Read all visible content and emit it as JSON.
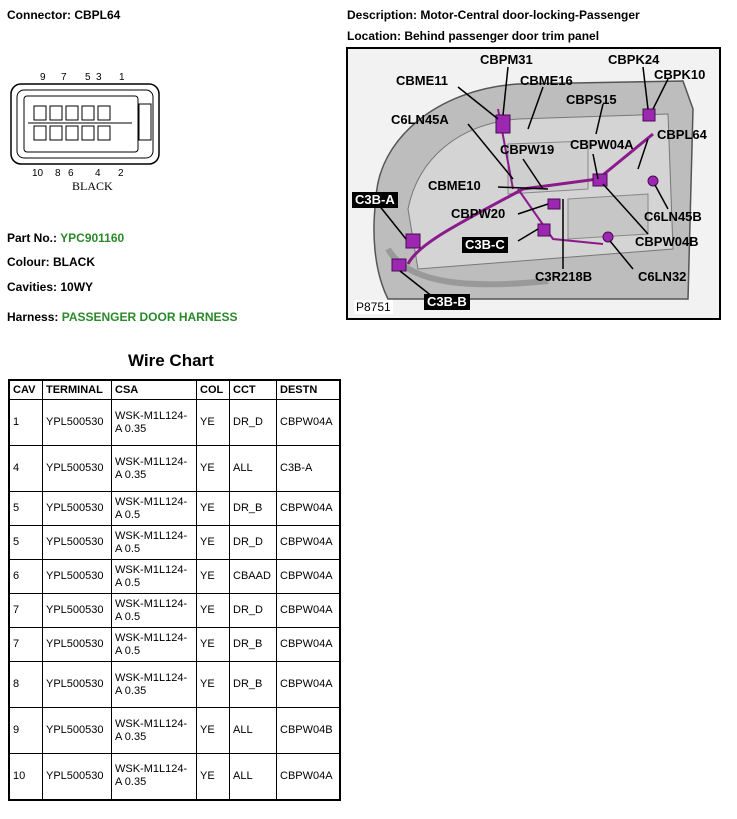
{
  "connector": {
    "label": "Connector:",
    "value": "CBPL64"
  },
  "description": {
    "label": "Description:",
    "value": "Motor-Central door-locking-Passenger"
  },
  "location": {
    "label": "Location:",
    "value": "Behind passenger door trim panel"
  },
  "connector_diagram": {
    "top_pins": [
      "9",
      "7",
      "5",
      "3",
      "1"
    ],
    "bottom_pins": [
      "10",
      "8",
      "6",
      "4",
      "2"
    ],
    "color_caption": "BLACK"
  },
  "part_no": {
    "label": "Part No.:",
    "value": "YPC901160"
  },
  "colour": {
    "label": "Colour:",
    "value": "BLACK"
  },
  "cavities": {
    "label": "Cavities:",
    "value": "10WY"
  },
  "harness": {
    "label": "Harness:",
    "value": "PASSENGER DOOR HARNESS"
  },
  "figure": {
    "ref": "P8751",
    "labels": [
      "CBPM31",
      "CBPK24",
      "CBME11",
      "CBME16",
      "CBPK10",
      "CBPS15",
      "C6LN45A",
      "CBPL64",
      "CBPW19",
      "CBPW04A",
      "CBME10",
      "C3B-A",
      "C6LN45B",
      "CBPW20",
      "C3B-C",
      "CBPW04B",
      "C3R218B",
      "C6LN32",
      "C3B-B"
    ]
  },
  "wire_chart": {
    "title": "Wire Chart",
    "headers": [
      "CAV",
      "TERMINAL",
      "CSA",
      "COL",
      "CCT",
      "DESTN"
    ],
    "rows": [
      [
        "1",
        "YPL500530",
        "WSK-M1L124-A 0.35",
        "YE",
        "DR_D",
        "CBPW04A"
      ],
      [
        "4",
        "YPL500530",
        "WSK-M1L124-A 0.35",
        "YE",
        "ALL",
        "C3B-A"
      ],
      [
        "5",
        "YPL500530",
        "WSK-M1L124-A 0.5",
        "YE",
        "DR_B",
        "CBPW04A"
      ],
      [
        "5",
        "YPL500530",
        "WSK-M1L124-A 0.5",
        "YE",
        "DR_D",
        "CBPW04A"
      ],
      [
        "6",
        "YPL500530",
        "WSK-M1L124-A 0.5",
        "YE",
        "CBAAD",
        "CBPW04A"
      ],
      [
        "7",
        "YPL500530",
        "WSK-M1L124-A 0.5",
        "YE",
        "DR_D",
        "CBPW04A"
      ],
      [
        "7",
        "YPL500530",
        "WSK-M1L124-A 0.5",
        "YE",
        "DR_B",
        "CBPW04A"
      ],
      [
        "8",
        "YPL500530",
        "WSK-M1L124-A 0.35",
        "YE",
        "DR_B",
        "CBPW04A"
      ],
      [
        "9",
        "YPL500530",
        "WSK-M1L124-A 0.35",
        "YE",
        "ALL",
        "CBPW04B"
      ],
      [
        "10",
        "YPL500530",
        "WSK-M1L124-A 0.35",
        "YE",
        "ALL",
        "CBPW04A"
      ]
    ]
  }
}
